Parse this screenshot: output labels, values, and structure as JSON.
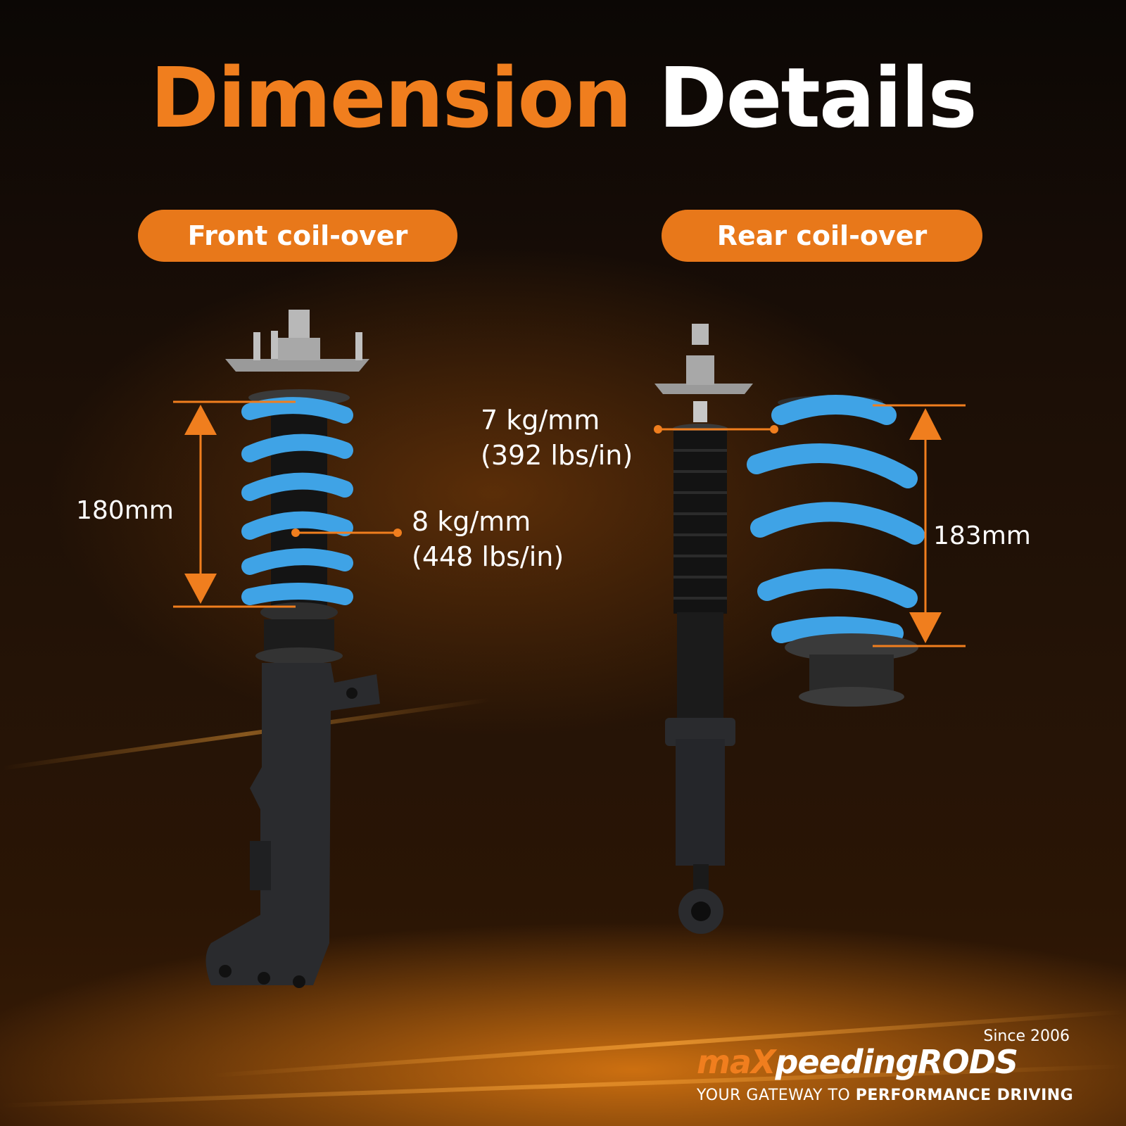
{
  "title": {
    "word1": "Dimension",
    "word2": "Details"
  },
  "front": {
    "label": "Front coil-over",
    "length": "180mm",
    "rate_line1": "8 kg/mm",
    "rate_line2": "(448 lbs/in)"
  },
  "rear": {
    "label": "Rear coil-over",
    "length": "183mm",
    "rate_line1": "7 kg/mm",
    "rate_line2": "(392 lbs/in)"
  },
  "logo": {
    "since": "Since 2006",
    "brand_pre": "maX",
    "brand_post": "peedingRODS",
    "tagline_pre": "YOUR GATEWAY TO ",
    "tagline_bold": "PERFORMANCE DRIVING"
  },
  "colors": {
    "accent": "#f07e1e",
    "spring": "#3fa3e6",
    "body": "#2a2b2e"
  }
}
